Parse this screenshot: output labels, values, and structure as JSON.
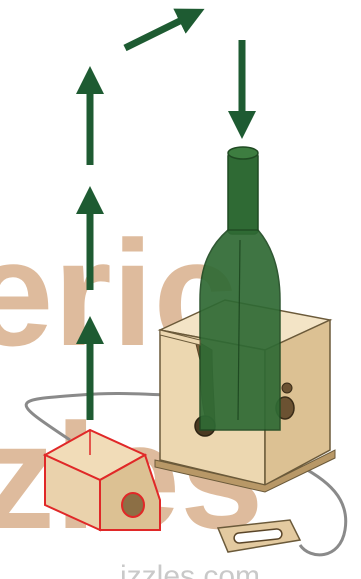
{
  "watermark": {
    "line1": "eric",
    "line2": "zles",
    "footer": "izzles.com",
    "color": "#d9b08c"
  },
  "colors": {
    "arrow": "#1e5b32",
    "bottle": "#2f6a34",
    "bottle_dark": "#1f4a22",
    "wood": "#ecd7b0",
    "wood_side": "#dcc193",
    "wood_dark": "#b89867",
    "hook_outline": "#e02828",
    "hook_fill": "#ead2ac",
    "string": "#8a8a8a",
    "plate": "#e3caa0"
  },
  "icons": [
    "arrow-up-icon",
    "arrow-right-icon",
    "arrow-down-icon"
  ]
}
